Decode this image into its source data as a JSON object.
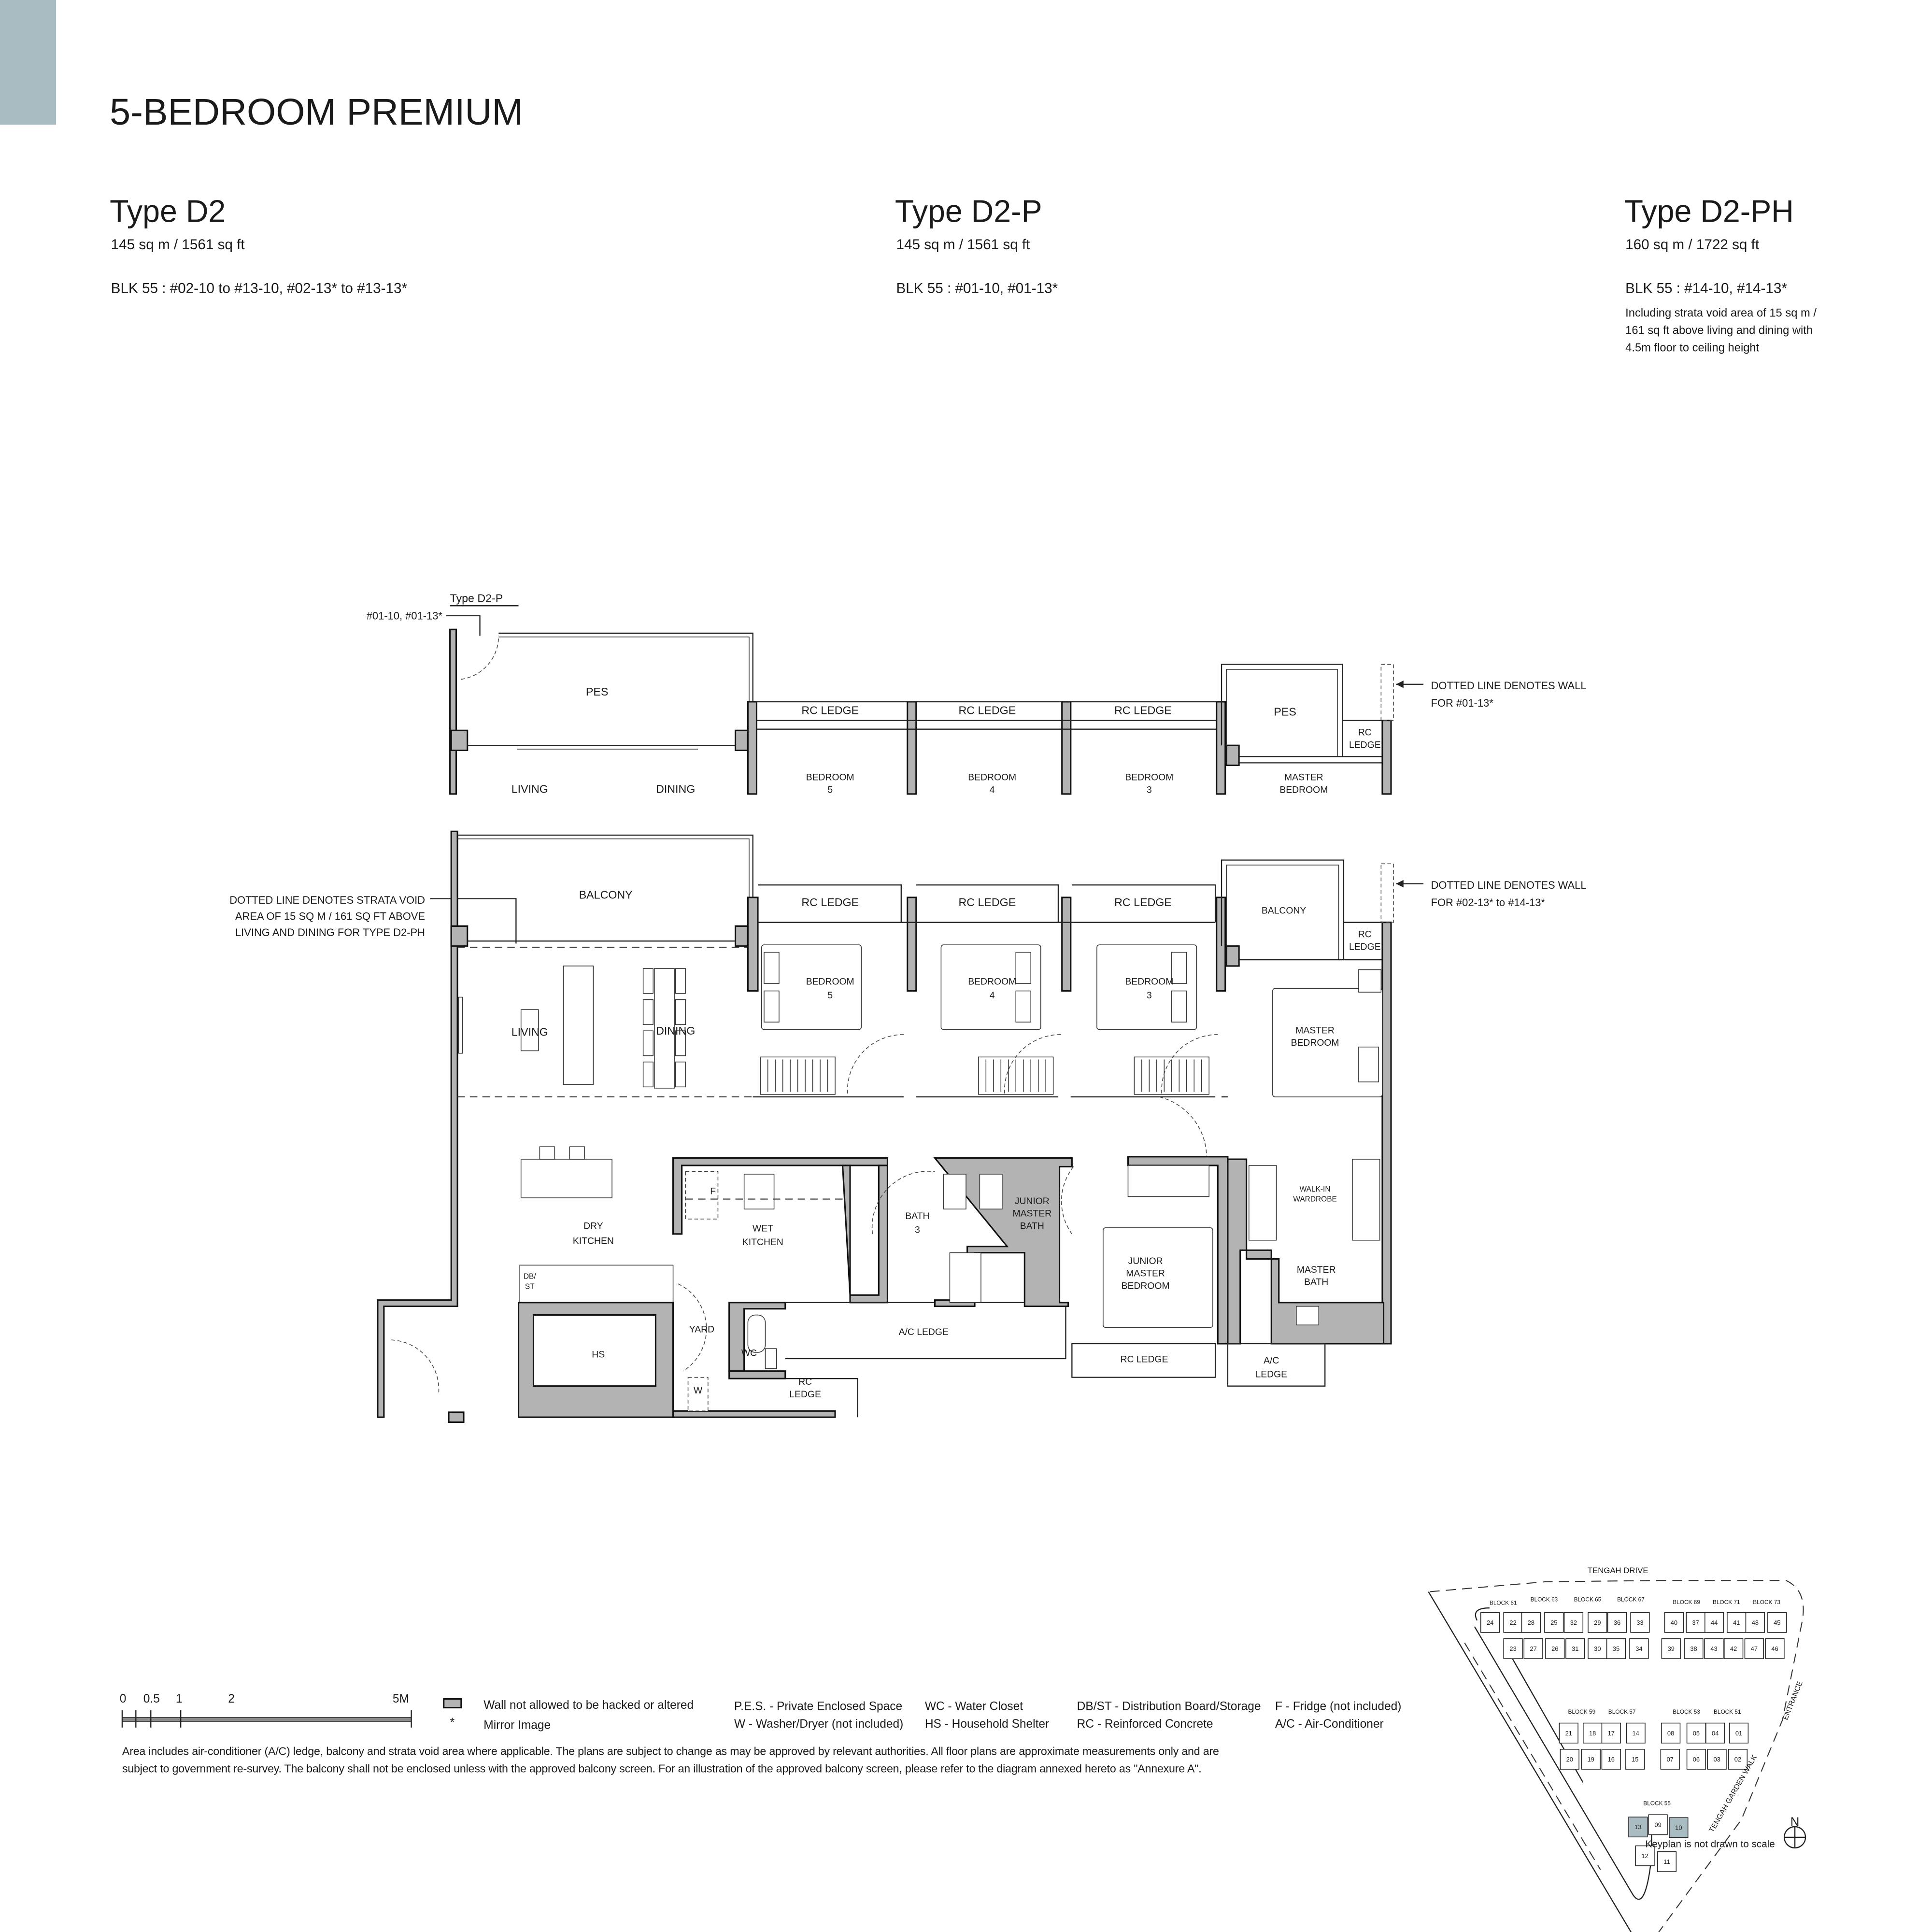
{
  "header": {
    "title": "5-BEDROOM PREMIUM",
    "accent_color": "#a9bcc1",
    "unit_types": [
      {
        "name": "Type D2",
        "area": "145 sq m / 1561 sq ft",
        "units": "BLK 55 : #02-10 to #13-10, #02-13* to #13-13*"
      },
      {
        "name": "Type D2-P",
        "area": "145 sq m / 1561 sq ft",
        "units": "BLK 55 : #01-10, #01-13*"
      },
      {
        "name": "Type D2-PH",
        "area": "160 sq m / 1722 sq ft",
        "units": "BLK 55 : #14-10, #14-13*",
        "note": [
          "Including strata void area of 15 sq m /",
          "161 sq ft above living and dining with",
          "4.5m floor to ceiling height"
        ]
      }
    ]
  },
  "plan": {
    "d2p_label": "Type D2-P",
    "d2p_units": "#01-10, #01-13*",
    "strata_note": [
      "DOTTED LINE DENOTES STRATA VOID",
      "AREA OF 15 SQ M / 161 SQ FT ABOVE",
      "LIVING AND DINING FOR TYPE  D2-PH"
    ],
    "wall_note_top": [
      "DOTTED LINE DENOTES WALL",
      "FOR #01-13*"
    ],
    "wall_note_bottom": [
      "DOTTED LINE DENOTES WALL",
      "FOR #02-13* to #14-13*"
    ],
    "rooms": {
      "pes": "PES",
      "living": "LIVING",
      "dining": "DINING",
      "rc_ledge": "RC LEDGE",
      "bedroom": "BEDROOM",
      "b5": "5",
      "b4": "4",
      "b3": "3",
      "rc": "RC",
      "ledge": "LEDGE",
      "master": "MASTER",
      "bedroom2": "BEDROOM",
      "balcony": "BALCONY",
      "dry": "DRY",
      "kitchen": "KITCHEN",
      "wet": "WET",
      "f": "F",
      "db": "DB/",
      "st": "ST",
      "hs": "HS",
      "yard": "YARD",
      "wc": "WC",
      "w": "W",
      "bath": "BATH",
      "junior": "JUNIOR",
      "master_bath_label": "BATH",
      "walkin": "WALK-IN",
      "wardrobe": "WARDROBE",
      "ac_ledge": "A/C LEDGE",
      "ac": "A/C"
    }
  },
  "legend": {
    "scale_ticks": [
      "0",
      "0.5",
      "1",
      "2",
      "5M"
    ],
    "wall_text": "Wall not allowed to be hacked or altered",
    "mirror_symbol": "*",
    "mirror_text": "Mirror Image",
    "abbreviations": [
      [
        "P.E.S. - Private Enclosed Space",
        "W - Washer/Dryer (not included)"
      ],
      [
        "WC - Water Closet",
        "HS - Household Shelter"
      ],
      [
        "DB/ST - Distribution Board/Storage",
        "RC - Reinforced Concrete"
      ],
      [
        "F - Fridge (not included)",
        "A/C - Air-Conditioner"
      ]
    ],
    "footnote": [
      "Area includes air-conditioner (A/C) ledge, balcony and strata void area where applicable. The plans are subject to change as may be approved by relevant authorities. All floor plans are approximate measurements only and are",
      "subject to government re-survey. The balcony shall not be enclosed unless with the approved balcony screen. For an illustration of the approved balcony screen, please refer to the diagram annexed hereto as \"Annexure A\"."
    ]
  },
  "keyplan": {
    "road_top": "TENGAH  DRIVE",
    "entrance": "ENTRANCE",
    "road_right": "TENGAH  GARDEN  WALK",
    "north": "N",
    "disclaimer": "Keyplan is not drawn to scale",
    "highlight_color": "#a9bcc1",
    "blocks": [
      "BLOCK 61",
      "BLOCK 63",
      "BLOCK 65",
      "BLOCK 67",
      "BLOCK 69",
      "BLOCK 71",
      "BLOCK 73",
      "BLOCK 59",
      "BLOCK 57",
      "BLOCK 53",
      "BLOCK 51",
      "BLOCK 55"
    ],
    "units_top_upper": [
      "24",
      "22",
      "28",
      "25",
      "32",
      "29",
      "36",
      "33",
      "40",
      "37",
      "44",
      "41",
      "48",
      "45"
    ],
    "units_top_lower": [
      "23",
      "27",
      "26",
      "31",
      "30",
      "35",
      "34",
      "39",
      "38",
      "43",
      "42",
      "47",
      "46"
    ],
    "units_mid_upper": [
      "21",
      "18",
      "17",
      "14",
      "08",
      "05",
      "04",
      "01"
    ],
    "units_mid_lower": [
      "20",
      "19",
      "16",
      "15",
      "07",
      "06",
      "03",
      "02"
    ],
    "units_blk55": [
      "13",
      "09",
      "10",
      "12",
      "11"
    ],
    "highlighted_units": [
      "13",
      "10"
    ]
  }
}
